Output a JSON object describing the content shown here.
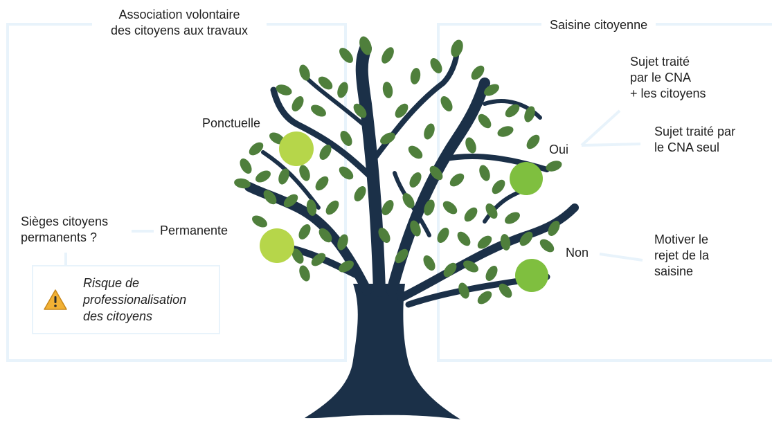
{
  "left_section": {
    "title_line1": "Association volontaire",
    "title_line2": "des citoyens aux travaux",
    "branch_ponctuelle": "Ponctuelle",
    "branch_permanente": "Permanente",
    "sieges_line1": "Sièges citoyens",
    "sieges_line2": "permanents ?",
    "warning": {
      "icon": "warning-icon",
      "line1": "Risque de",
      "line2": "professionalisation",
      "line3": "des citoyens"
    }
  },
  "right_section": {
    "title": "Saisine citoyenne",
    "branch_oui": "Oui",
    "branch_non": "Non",
    "oui_option1_line1": "Sujet traité",
    "oui_option1_line2": "par le CNA",
    "oui_option1_line3": "+ les citoyens",
    "oui_option2_line1": "Sujet traité par",
    "oui_option2_line2": "le CNA seul",
    "non_outcome_line1": "Motiver le",
    "non_outcome_line2": "rejet de la",
    "non_outcome_line3": "saisine"
  },
  "colors": {
    "trunk": "#1b3048",
    "leaf": "#4f7f3c",
    "apple_light": "#b6d64a",
    "apple_green": "#7fbf3f",
    "connector": "#e8f3fb",
    "warning_yellow": "#f2b134"
  }
}
